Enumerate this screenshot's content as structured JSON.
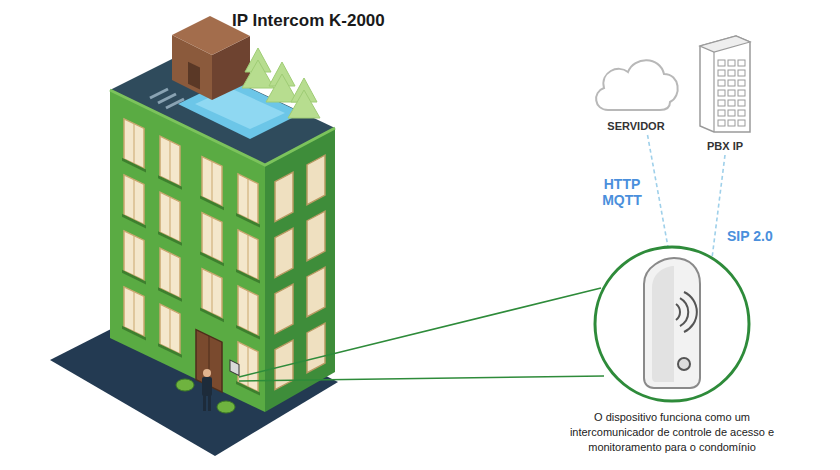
{
  "diagram": {
    "title": "IP Intercom K-2000",
    "nodes": [
      {
        "text": [
          "SERVIDOR"
        ]
      },
      {
        "text": [
          "PBX IP"
        ]
      },
      {
        "text": [
          "O dispositivo funciona como um intercomunicador de controle de acesso e monitoramento para o condomínio"
        ]
      }
    ],
    "edges": [
      {
        "from": 0,
        "to": 2,
        "label": "HTTP MQTT",
        "arrow": "none"
      },
      {
        "from": 1,
        "to": 2,
        "label": "SIP 2.0",
        "arrow": "none"
      }
    ]
  }
}
